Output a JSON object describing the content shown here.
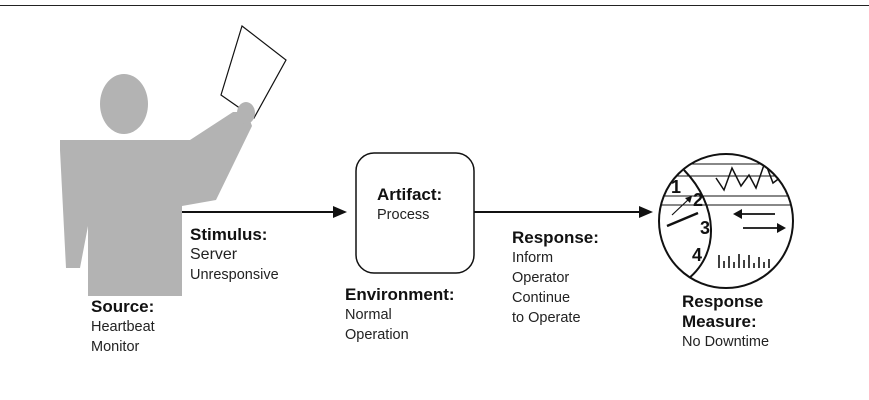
{
  "source": {
    "heading": "Source:",
    "lines": [
      "Heartbeat",
      "Monitor"
    ]
  },
  "stimulus": {
    "heading": "Stimulus:",
    "lines": [
      "Server",
      "Unresponsive"
    ]
  },
  "artifact": {
    "heading": "Artifact:",
    "lines": [
      "Process"
    ]
  },
  "environment": {
    "heading": "Environment:",
    "lines": [
      "Normal",
      "Operation"
    ]
  },
  "response": {
    "heading": "Response:",
    "lines": [
      "Inform",
      "Operator",
      "Continue",
      "to Operate"
    ]
  },
  "response_measure": {
    "heading_lines": [
      "Response",
      "Measure:"
    ],
    "lines": [
      "No Downtime"
    ]
  },
  "gauge": {
    "numbers": [
      "1",
      "2",
      "3",
      "4"
    ]
  },
  "colors": {
    "figure": "#b3b3b3",
    "line": "#111111",
    "background": "#ffffff"
  }
}
